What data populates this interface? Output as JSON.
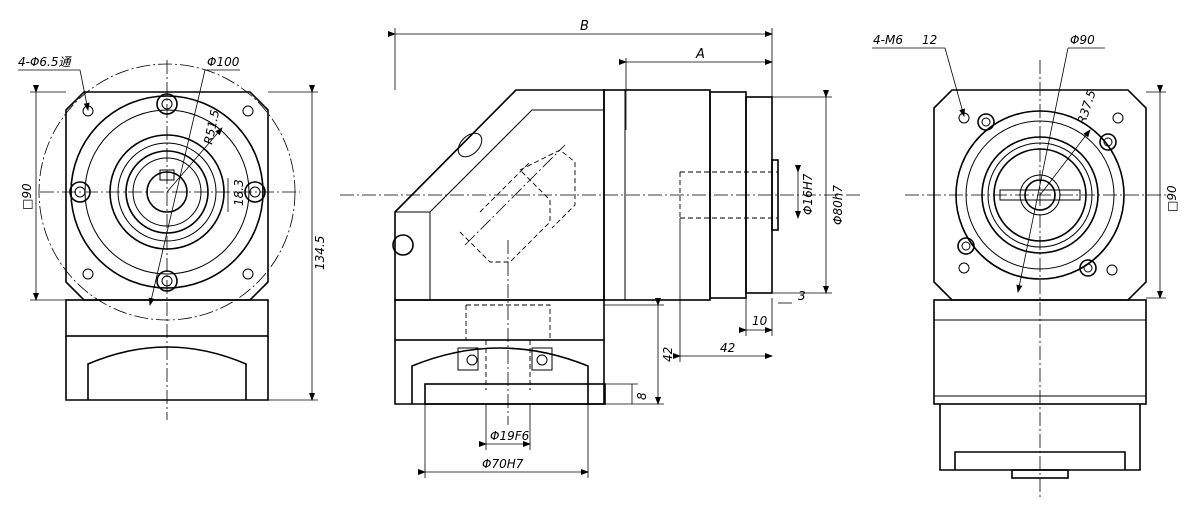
{
  "front_view": {
    "holes_label": "4-Φ6.5通",
    "pcd_label": "Φ100",
    "radius_label": "R51.5",
    "keyway_label": "18.3",
    "square_label": "□90",
    "height_label": "134.5"
  },
  "side_view": {
    "length_b": "B",
    "length_a": "A",
    "bore_label": "Φ16H7",
    "pilot_label": "Φ80h7",
    "flange_thk": "3",
    "step_len": "10",
    "shaft_len": "42",
    "center_height": "42",
    "spigot_depth": "8",
    "output_bore": "Φ19F6",
    "output_pilot": "Φ70H7"
  },
  "rear_view": {
    "threads_label": "4-M6",
    "thread_depth": "12",
    "pcd_label": "Φ90",
    "radius_label": "R37.5",
    "square_label": "□90"
  }
}
